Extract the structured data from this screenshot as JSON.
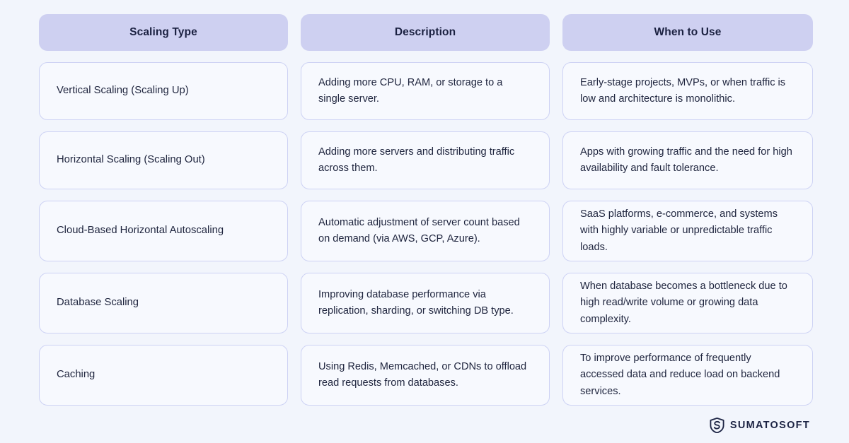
{
  "table": {
    "headers": [
      "Scaling Type",
      "Description",
      "When to Use"
    ],
    "rows": [
      {
        "type": "Vertical Scaling (Scaling Up)",
        "description": "Adding more CPU, RAM, or storage to a single server.",
        "when_to_use": "Early-stage projects, MVPs, or when traffic is low and architecture is monolithic."
      },
      {
        "type": "Horizontal Scaling (Scaling Out)",
        "description": "Adding more servers and distributing traffic across them.",
        "when_to_use": "Apps with growing traffic and the need for high availability and fault tolerance."
      },
      {
        "type": "Cloud-Based Horizontal Autoscaling",
        "description": "Automatic adjustment of server count based on demand (via AWS, GCP, Azure).",
        "when_to_use": "SaaS platforms, e-commerce, and systems with highly variable or unpredictable traffic loads."
      },
      {
        "type": "Database Scaling",
        "description": "Improving database performance via replication, sharding, or switching DB type.",
        "when_to_use": "When database becomes a bottleneck due to high read/write volume or growing data complexity."
      },
      {
        "type": "Caching",
        "description": "Using Redis, Memcached, or CDNs to offload read requests from databases.",
        "when_to_use": "To improve performance of frequently accessed data and reduce load on backend services."
      }
    ]
  },
  "footer": {
    "logo_text": "SUMATOSOFT",
    "logo_icon": "shield-s-icon"
  },
  "colors": {
    "page_background": "#f2f5fc",
    "header_fill": "#ced0f1",
    "cell_fill": "#f7f9fe",
    "cell_border": "#cdd2f4",
    "text": "#20263f",
    "header_text": "#1b2141"
  }
}
